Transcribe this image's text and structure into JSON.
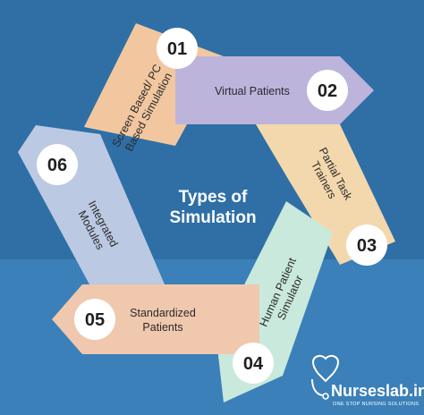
{
  "title": {
    "line1": "Types of",
    "line2": "Simulation"
  },
  "items": [
    {
      "number": "01",
      "line1": "Screen Based/ PC",
      "line2": "Based Simulation",
      "color": "#f2c79f"
    },
    {
      "number": "02",
      "line1": "Virtual Patients",
      "color": "#bdb4dc"
    },
    {
      "number": "03",
      "line1": "Partial Task",
      "line2": "Trainers",
      "color": "#f4d8ad"
    },
    {
      "number": "04",
      "line1": "Human Patient",
      "line2": "Simulator",
      "color": "#c9e9dd"
    },
    {
      "number": "05",
      "line1": "Standardized",
      "line2": "Patients",
      "color": "#f0c8ae"
    },
    {
      "number": "06",
      "line1": "Integrated",
      "line2": "Modules",
      "color": "#bcc9e2"
    }
  ],
  "brand": {
    "name": "Nurseslab.in",
    "tagline": "ONE STOP NURSING SOLUTIONS",
    "icon": "stethoscope-heart-icon"
  },
  "colors": {
    "background_top": "#2f6fa6",
    "background_bottom": "#3b80b8"
  }
}
